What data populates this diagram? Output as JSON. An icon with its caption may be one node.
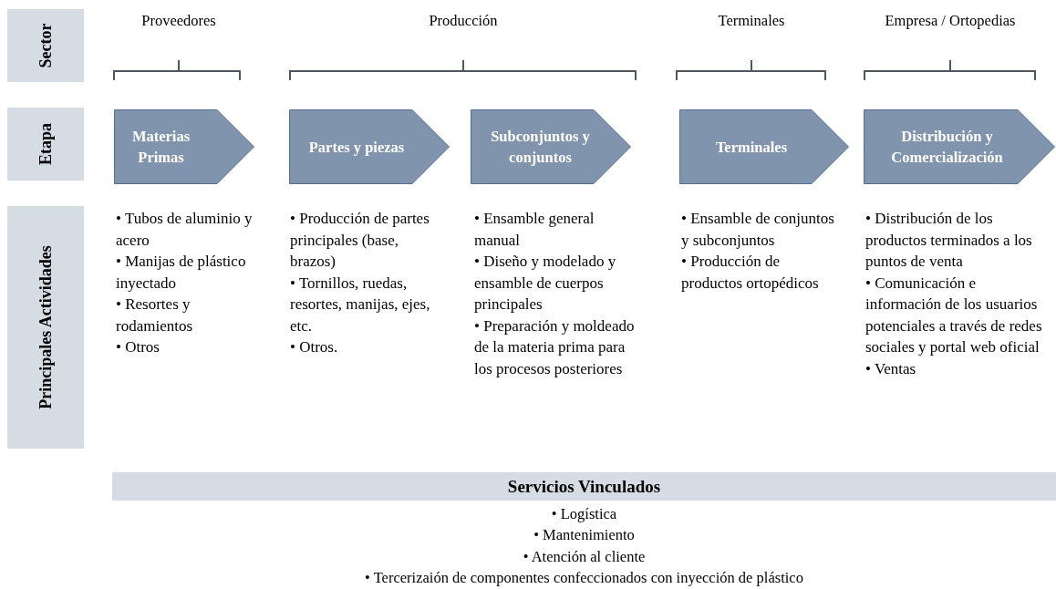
{
  "diagram": {
    "nodes": [
      {
        "text": [
          "Sector"
        ]
      },
      {
        "text": [
          "Etapa"
        ]
      },
      {
        "text": [
          "Principales Actividades"
        ]
      },
      {
        "text": [
          "Materias Primas"
        ],
        "beside": [
          "• Tubos de aluminio y acero",
          "• Manijas de plástico inyectado",
          "• Resortes y rodamientos",
          "• Otros"
        ]
      },
      {
        "text": [
          "Partes y piezas"
        ],
        "beside": [
          "• Producción de partes principales (base, brazos)",
          "• Tornillos, ruedas, resortes, manijas, ejes, etc.",
          "• Otros."
        ]
      },
      {
        "text": [
          "Subconjuntos y conjuntos"
        ],
        "beside": [
          "• Ensamble general manual",
          "• Diseño y modelado y ensamble de cuerpos principales",
          "• Preparación y moldeado de la materia prima para los procesos posteriores"
        ]
      },
      {
        "text": [
          "Terminales"
        ],
        "beside": [
          "• Ensamble de conjuntos y subconjuntos",
          "• Producción de productos ortopédicos"
        ]
      },
      {
        "text": [
          "Distribución y Comercialización"
        ],
        "beside": [
          "• Distribución de los productos terminados a los puntos de venta",
          "• Comunicación e información de los usuarios potenciales a través de redes sociales y portal web oficial",
          "• Ventas"
        ]
      },
      {
        "text": [
          "Servicios Vinculados"
        ],
        "beside": [
          "• Logística",
          "• Mantenimiento",
          "• Atención al cliente",
          "• Tercerizaión de componentes confeccionados con inyección de plástico"
        ]
      }
    ],
    "labels": [
      "Proveedores",
      "Producción",
      "Terminales",
      "Empresa / Ortopedias"
    ]
  }
}
